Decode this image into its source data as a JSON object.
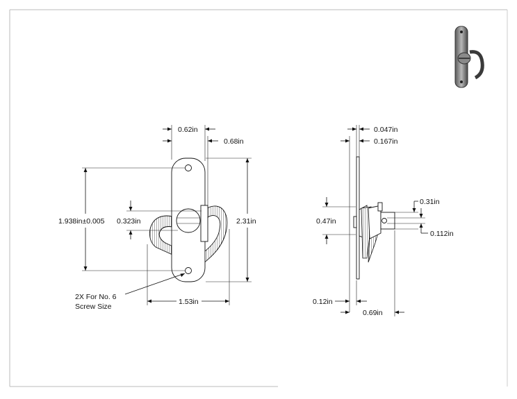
{
  "front_view": {
    "width_top": "0.62in",
    "bracket_offset": "0.68in",
    "hole_spacing": "1.938in±0.005",
    "slot_height": "0.323in",
    "overall_height": "2.31in",
    "overall_width": "1.53in",
    "note_line1": "2X For No. 6",
    "note_line2": "Screw Size"
  },
  "side_view": {
    "plate_thickness": "0.047in",
    "base_depth": "0.167in",
    "stud_diameter": "0.31in",
    "pin_diameter": "0.112in",
    "stud_height": "0.47in",
    "offset_bottom": "0.12in",
    "overall_depth": "0.69in"
  },
  "icons": {
    "thumbnail": "latch-thumbnail-icon"
  }
}
